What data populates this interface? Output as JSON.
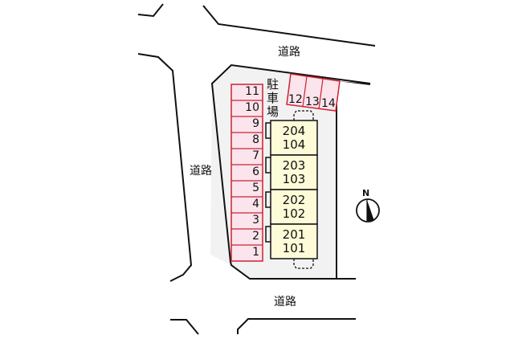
{
  "roads": {
    "top": "道路",
    "left": "道路",
    "bottom": "道路"
  },
  "parking_label": [
    "駐",
    "車",
    "場"
  ],
  "parking_stalls_left": [
    "11",
    "10",
    "9",
    "8",
    "7",
    "6",
    "5",
    "4",
    "3",
    "2",
    "1"
  ],
  "parking_stalls_top": [
    "12",
    "13",
    "14"
  ],
  "building_units": [
    {
      "upper": "204",
      "lower": "104"
    },
    {
      "upper": "203",
      "lower": "103"
    },
    {
      "upper": "202",
      "lower": "102"
    },
    {
      "upper": "201",
      "lower": "101"
    }
  ],
  "compass": {
    "label": "N"
  },
  "colors": {
    "lot_fill": "#f2f2f2",
    "stall_fill": "#fce4ec",
    "stall_stroke": "#cc2233",
    "unit_fill": "#fdfbd8",
    "line": "#111111"
  }
}
